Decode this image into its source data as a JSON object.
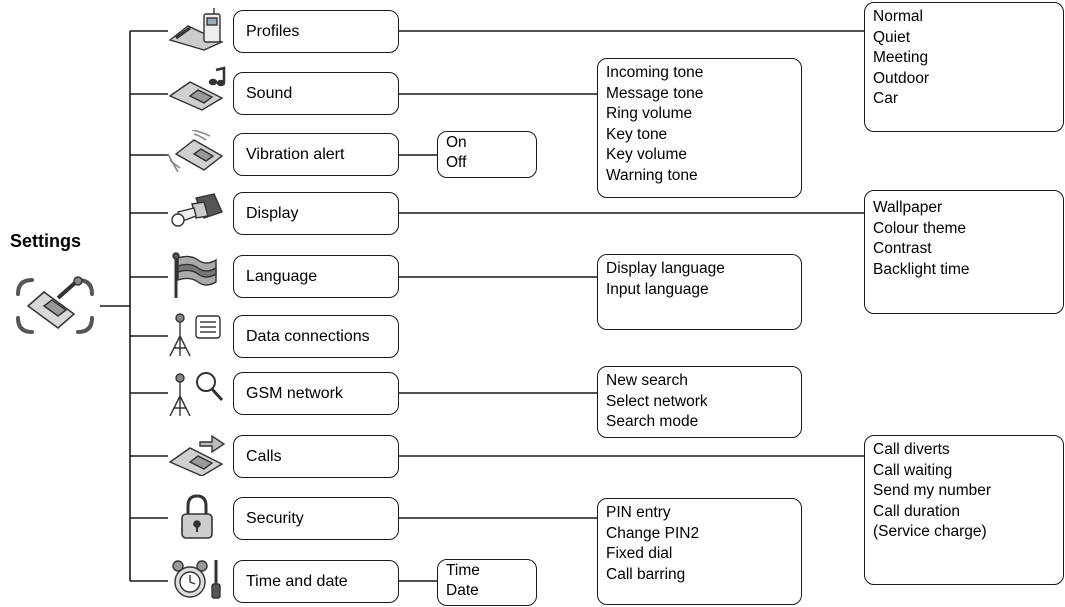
{
  "root": {
    "title": "Settings",
    "icon": "phone-settings-icon"
  },
  "menu": [
    {
      "label": "Profiles",
      "icon": "desk-phone-icon",
      "submenu": [
        "Normal",
        "Quiet",
        "Meeting",
        "Outdoor",
        "Car"
      ]
    },
    {
      "label": "Sound",
      "icon": "phone-music-note-icon",
      "submenu": [
        "Incoming tone",
        "Message tone",
        "Ring volume",
        "Key tone",
        "Key volume",
        "Warning tone"
      ]
    },
    {
      "label": "Vibration alert",
      "icon": "vibrating-phone-icon",
      "submenu": [
        "On",
        "Off"
      ]
    },
    {
      "label": "Display",
      "icon": "display-screen-icon",
      "submenu": [
        "Wallpaper",
        "Colour theme",
        "Contrast",
        "Backlight time"
      ]
    },
    {
      "label": "Language",
      "icon": "language-flag-icon",
      "submenu": [
        "Display language",
        "Input language"
      ]
    },
    {
      "label": "Data connections",
      "icon": "antenna-list-icon",
      "submenu": []
    },
    {
      "label": "GSM network",
      "icon": "antenna-search-icon",
      "submenu": [
        "New search",
        "Select network",
        "Search mode"
      ]
    },
    {
      "label": "Calls",
      "icon": "phone-arrow-icon",
      "submenu": [
        "Call diverts",
        "Call waiting",
        "Send my number",
        "Call duration",
        "(Service charge)"
      ]
    },
    {
      "label": "Security",
      "icon": "padlock-icon",
      "submenu": [
        "PIN entry",
        "Change PIN2",
        "Fixed dial",
        "Call barring"
      ]
    },
    {
      "label": "Time and date",
      "icon": "alarm-clock-icon",
      "submenu": [
        "Time",
        "Date"
      ]
    }
  ]
}
